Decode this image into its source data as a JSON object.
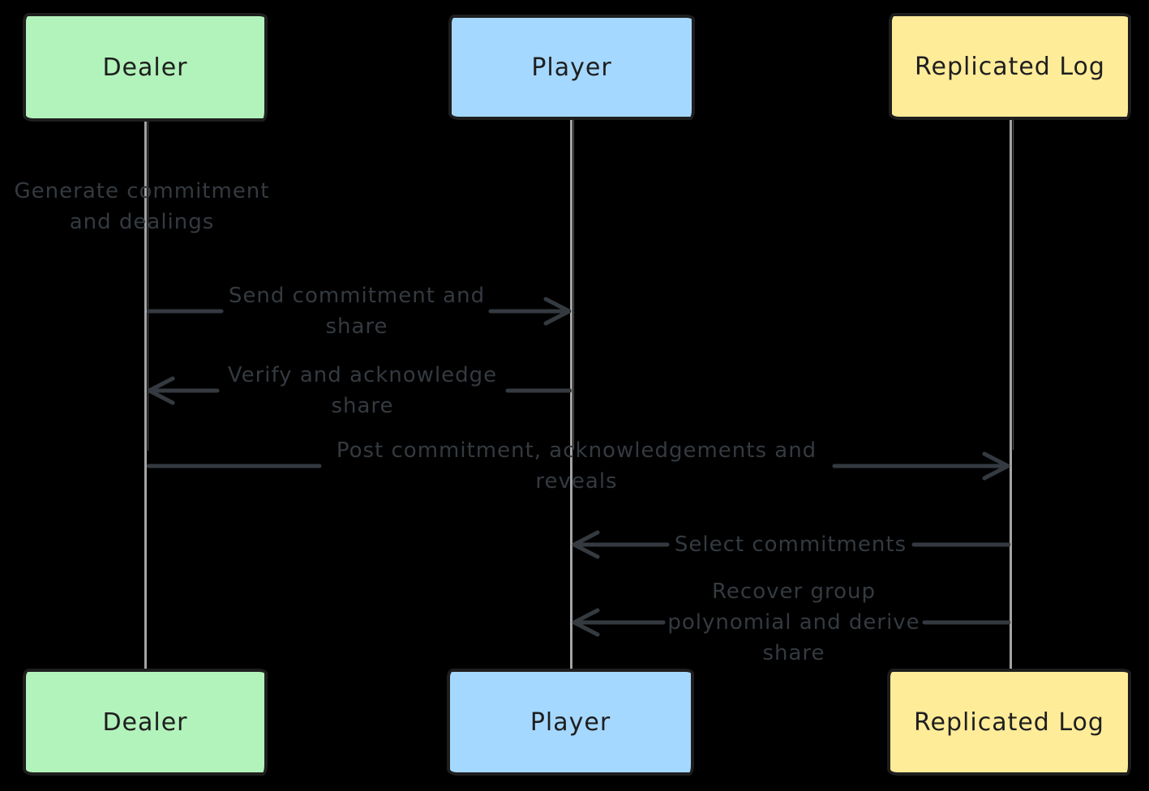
{
  "diagram": {
    "type": "sequence-diagram",
    "background": "#000000",
    "palette": {
      "dealer_fill": "#b2f2bb",
      "player_fill": "#a5d8ff",
      "replicated_log_fill": "#ffec99",
      "box_border": "#1e1e1e",
      "box_text": "#1e1e1e",
      "message_color": "#343a40",
      "lifeline_color": "#a4a4a4"
    },
    "actors": [
      {
        "label": "Dealer"
      },
      {
        "label": "Player"
      },
      {
        "label": "Replicated Log"
      }
    ],
    "messages": [
      {
        "kind": "note",
        "actor": "Dealer",
        "text": "Generate commitment and dealings",
        "lines": [
          "Generate commitment",
          "and dealings"
        ]
      },
      {
        "kind": "arrow",
        "from": "Dealer",
        "to": "Player",
        "text": "Send commitment and share",
        "lines": [
          "Send commitment and",
          "share"
        ]
      },
      {
        "kind": "arrow",
        "from": "Player",
        "to": "Dealer",
        "text": "Verify and acknowledge share",
        "lines": [
          "Verify and acknowledge",
          "share"
        ]
      },
      {
        "kind": "arrow",
        "from": "Dealer",
        "to": "Replicated Log",
        "text": "Post commitment, acknowledgements and reveals",
        "lines": [
          "Post commitment, acknowledgements and",
          "reveals"
        ]
      },
      {
        "kind": "arrow",
        "from": "Replicated Log",
        "to": "Player",
        "text": "Select commitments",
        "lines": [
          "Select commitments"
        ]
      },
      {
        "kind": "arrow",
        "from": "Replicated Log",
        "to": "Player",
        "text": "Recover group polynomial and derive share",
        "lines": [
          "Recover group",
          "polynomial and derive",
          "share"
        ]
      }
    ]
  }
}
